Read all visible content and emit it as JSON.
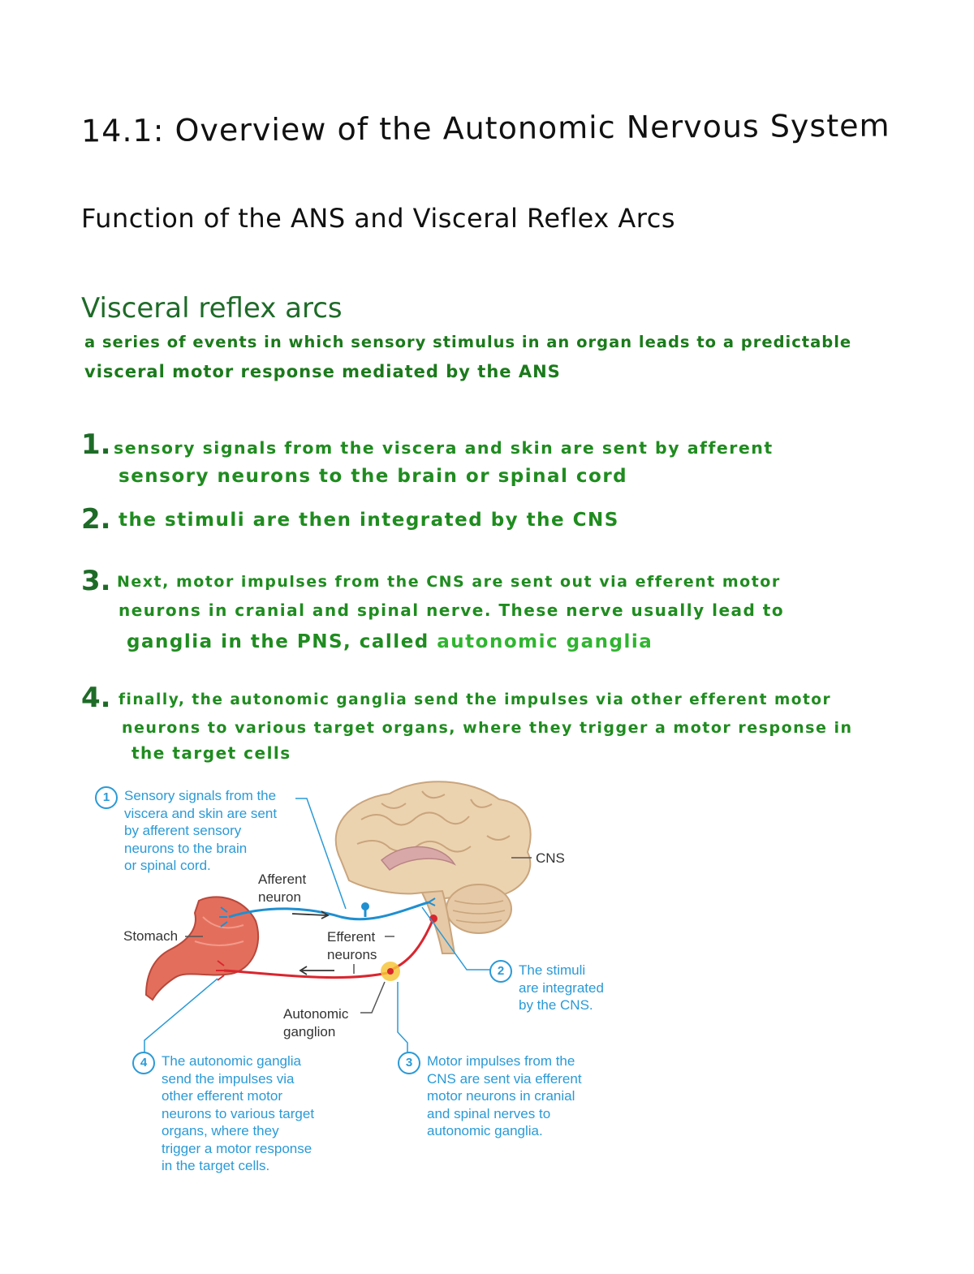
{
  "title": "14.1: Overview of the Autonomic Nervous System",
  "subtitle": "Function of the ANS and Visceral Reflex Arcs",
  "section": {
    "heading": "Visceral reflex arcs",
    "definition_line1": "a series of events in which sensory stimulus in an organ leads to a predictable",
    "definition_line2": "visceral motor response mediated by the ANS"
  },
  "steps": [
    {
      "number": "1.",
      "lines": [
        "sensory signals from the viscera and skin are sent by afferent",
        "sensory neurons to the brain or spinal cord"
      ]
    },
    {
      "number": "2.",
      "lines": [
        "the stimuli are then integrated by the CNS"
      ]
    },
    {
      "number": "3.",
      "lines": [
        "Next, motor impulses from the CNS are sent out via efferent motor",
        "neurons in cranial and spinal nerve. These nerve usually lead to"
      ],
      "line3_prefix": "ganglia in the PNS, called",
      "line3_highlight": "autonomic ganglia"
    },
    {
      "number": "4.",
      "lines": [
        "finally, the autonomic ganglia send the impulses via other efferent motor",
        "neurons to various target organs, where they trigger a motor response in",
        "the target cells"
      ]
    }
  ],
  "figure": {
    "callouts": [
      {
        "num": "1",
        "text": "Sensory signals from the\nviscera and skin are sent\nby afferent sensory\nneurons to the brain\nor spinal cord."
      },
      {
        "num": "2",
        "text": "The stimuli\nare integrated\nby the CNS."
      },
      {
        "num": "3",
        "text": "Motor impulses from the\nCNS are sent via efferent\nmotor neurons in cranial\nand spinal nerves to\nautonomic ganglia."
      },
      {
        "num": "4",
        "text": "The autonomic ganglia\nsend the impulses via\nother efferent motor\nneurons to various target\norgans, where they\ntrigger a motor response\nin the target cells."
      }
    ],
    "labels": {
      "cns": "CNS",
      "afferent": "Afferent\nneuron",
      "stomach": "Stomach",
      "efferent": "Efferent\nneurons",
      "ganglion": "Autonomic\nganglion"
    },
    "colors": {
      "callout_blue": "#2a9ad6",
      "afferent_blue": "#1f8fd0",
      "efferent_red": "#d9262f",
      "ganglion_yellow": "#f6c63a",
      "brain": "#ecd3b0",
      "stomach": "#e46e5c"
    }
  }
}
